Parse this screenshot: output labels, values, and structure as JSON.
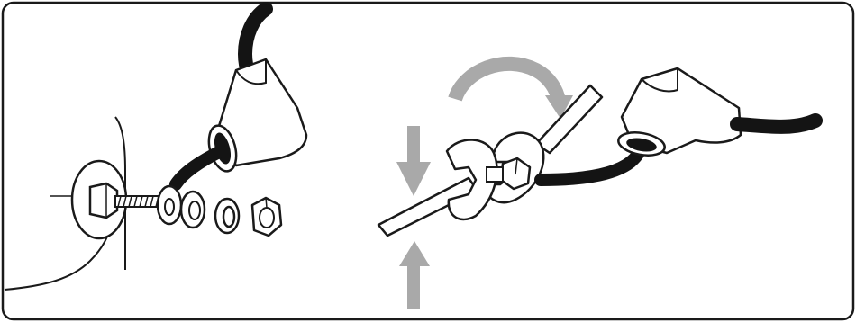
{
  "figure": {
    "panels": [
      {
        "id": "exploded-view",
        "parts": [
          "panel-wall",
          "terminal-post-base",
          "threaded-stud",
          "ring-terminal",
          "lock-washer",
          "flat-washer",
          "hex-nut",
          "cable-boot",
          "cable"
        ]
      },
      {
        "id": "tightening-view",
        "parts": [
          "wrench-upper",
          "wrench-lower",
          "rotation-arrow",
          "push-arrow-down",
          "push-arrow-up",
          "cable-boot",
          "cable"
        ]
      }
    ],
    "colors": {
      "outline": "#1a1a1a",
      "arrow": "#a9a9a9",
      "cable": "#141414",
      "background": "#ffffff"
    }
  }
}
